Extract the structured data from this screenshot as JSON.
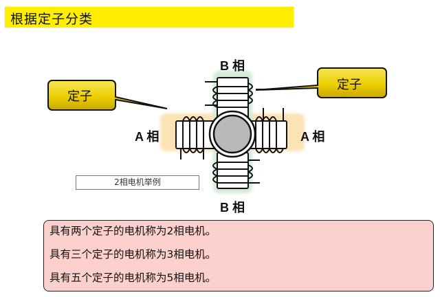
{
  "header": {
    "title": "根据定子分类"
  },
  "diagram": {
    "phase_labels": {
      "top": "B 相",
      "bottom": "B 相",
      "left": "A 相",
      "right": "A 相"
    },
    "callouts": {
      "left": "定子",
      "right": "定子"
    },
    "example_caption": "2相电机举例",
    "colors": {
      "a_phase_band": "#fbe3b6",
      "b_phase_band": "#d4ead8",
      "rotor": "#b9b9b9",
      "callout_fill": "#f0d400",
      "title_bg": "#ffee00"
    }
  },
  "info": {
    "lines": [
      "具有两个定子的电机称为2相电机。",
      "具有三个定子的电机称为3相电机。",
      "具有五个定子的电机称为5相电机。"
    ],
    "background": "#fcd0cc"
  }
}
